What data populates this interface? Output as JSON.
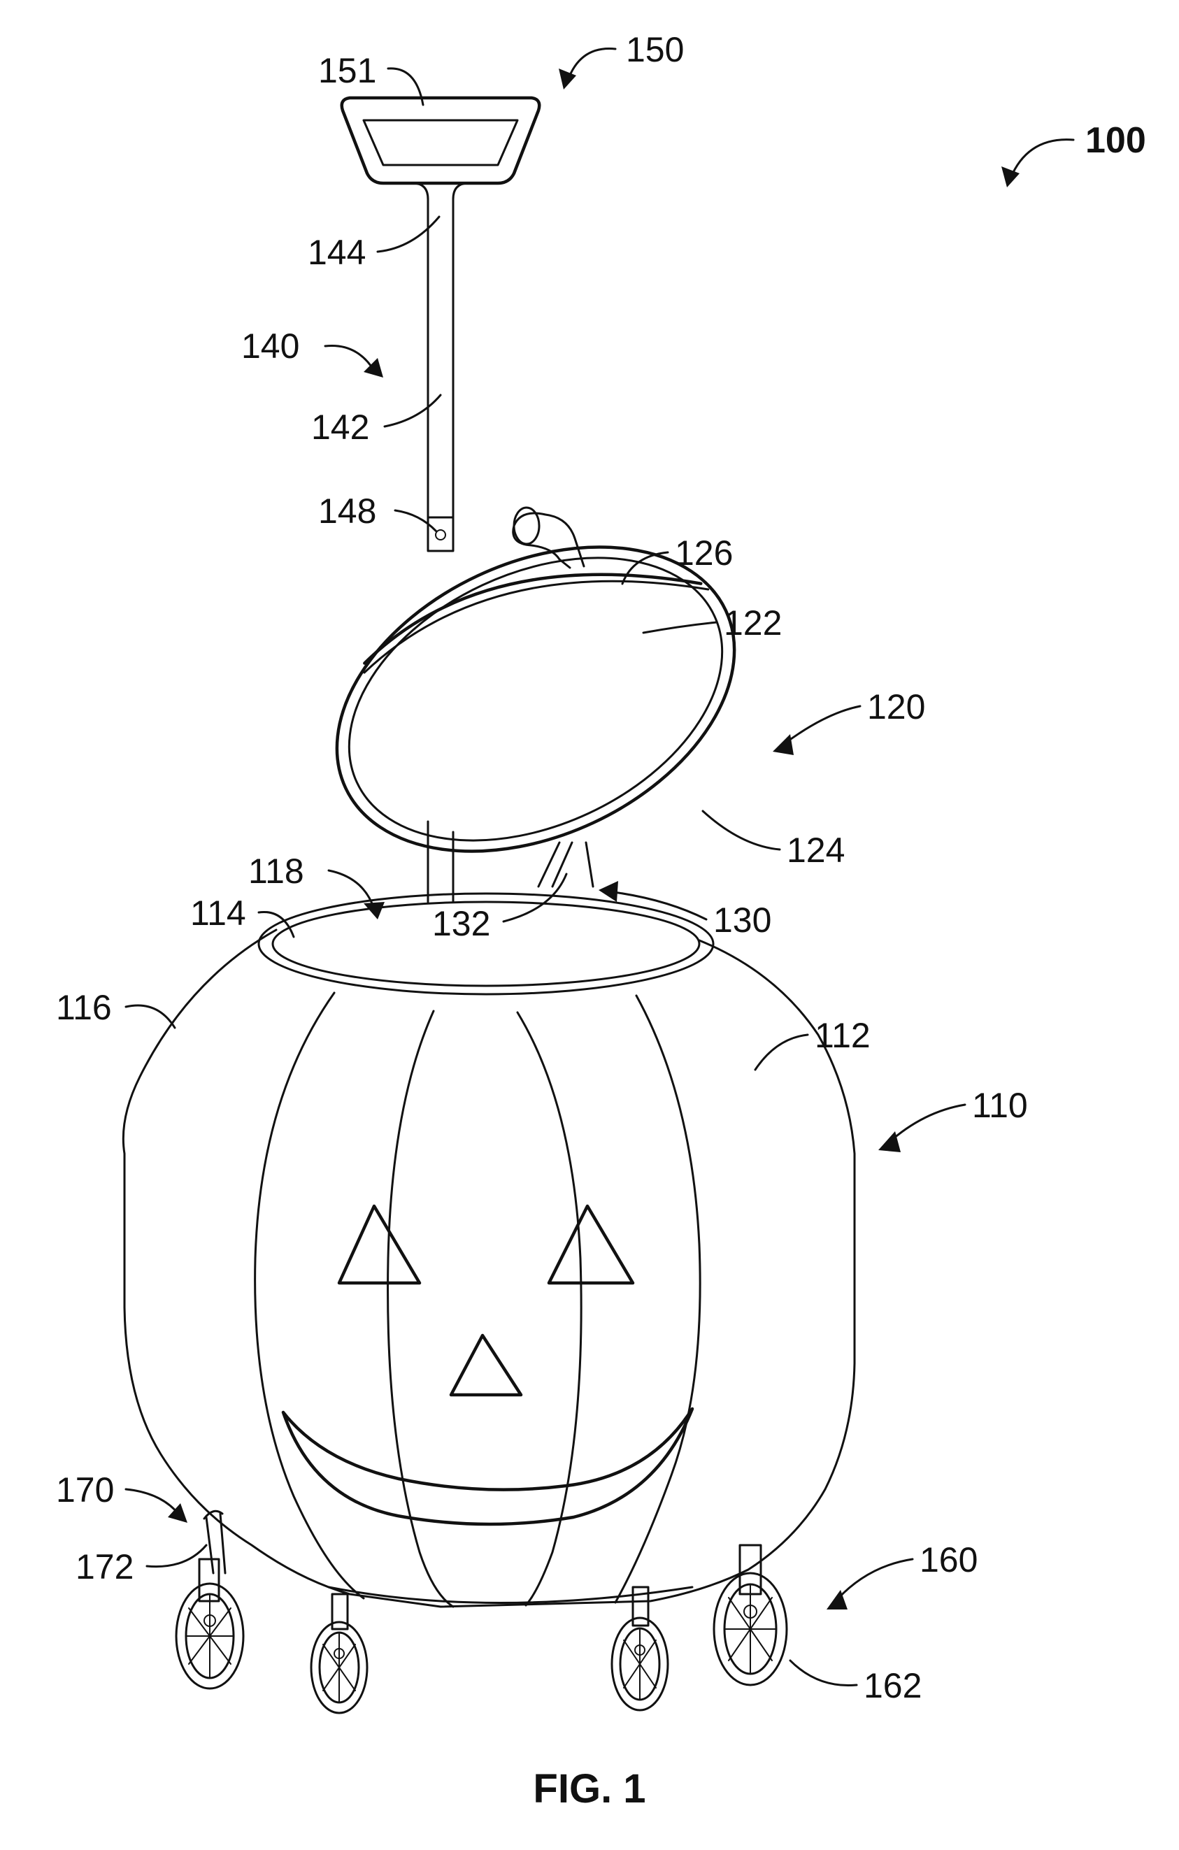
{
  "figure_caption": "FIG. 1",
  "reference_numerals": {
    "assembly": "100",
    "body": "110",
    "body_outer_surface": "112",
    "body_rim": "114",
    "body_side": "116",
    "body_opening": "118",
    "lid": "120",
    "lid_top": "122",
    "lid_underside": "124",
    "lid_edge": "126",
    "hinge": "130",
    "hinge_arm": "132",
    "handle_assembly": "140",
    "handle_lower_shaft": "142",
    "handle_upper_shaft": "144",
    "handle_lock": "148",
    "handle_grip_assembly": "150",
    "handle_grip": "151",
    "wheel_assembly": "160",
    "wheel": "162",
    "brake_assembly": "170",
    "brake_lever": "172"
  }
}
